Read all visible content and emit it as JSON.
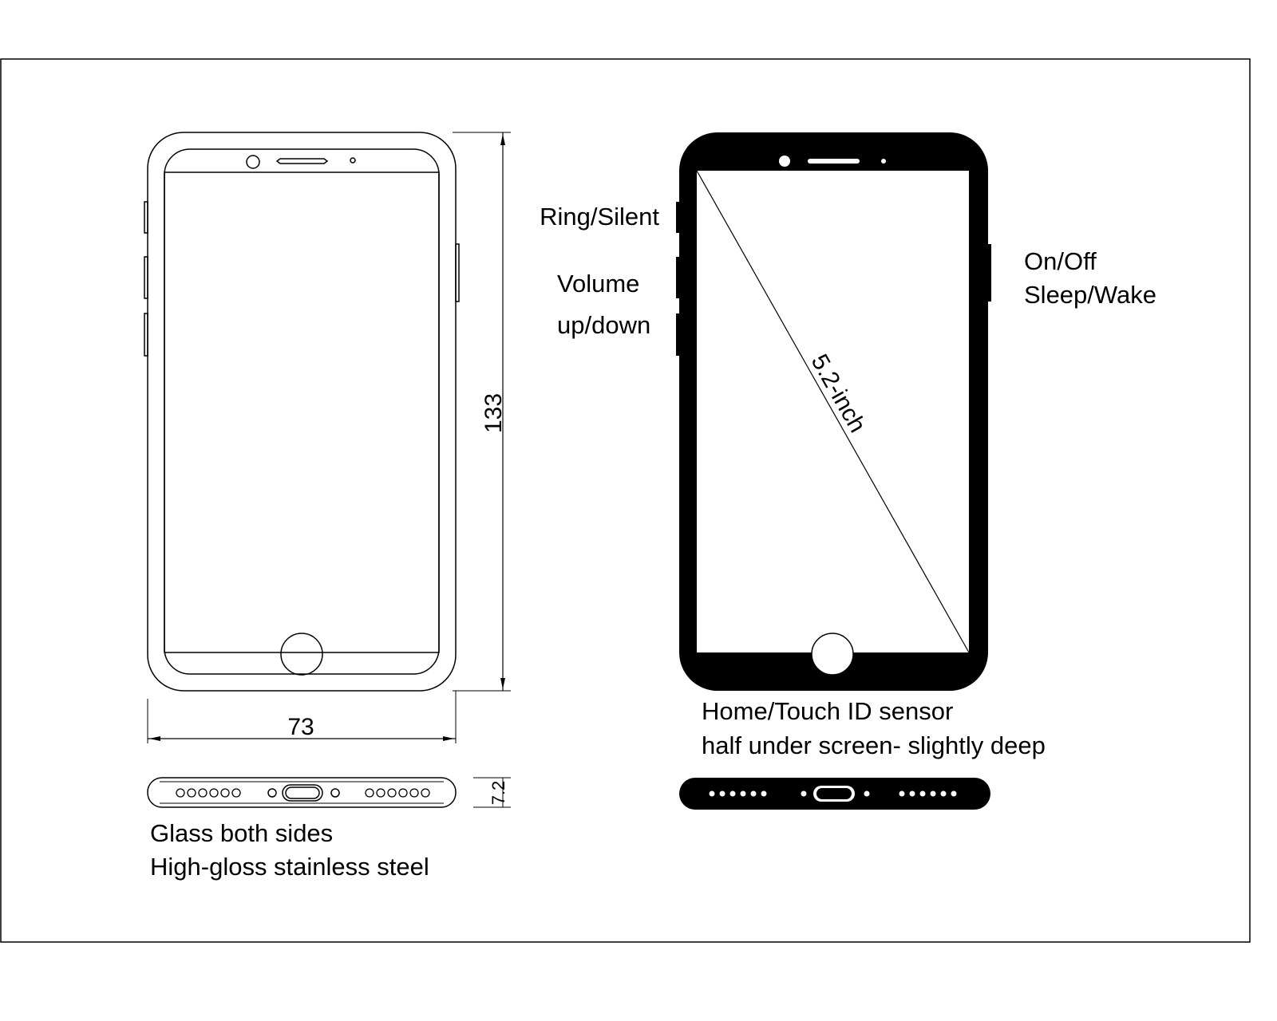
{
  "left_view": {
    "height_dim": "133",
    "width_dim": "73",
    "thickness_dim": "7.2",
    "note_line1": "Glass both sides",
    "note_line2": "High-gloss stainless steel"
  },
  "right_view": {
    "ring_silent": "Ring/Silent",
    "volume_line1": "Volume",
    "volume_line2": "up/down",
    "power_line1": "On/Off",
    "power_line2": "Sleep/Wake",
    "diagonal": "5.2-inch",
    "home_line1": "Home/Touch ID sensor",
    "home_line2": "half under screen- slightly deep"
  },
  "colors": {
    "ink": "#000000",
    "paper": "#ffffff"
  }
}
